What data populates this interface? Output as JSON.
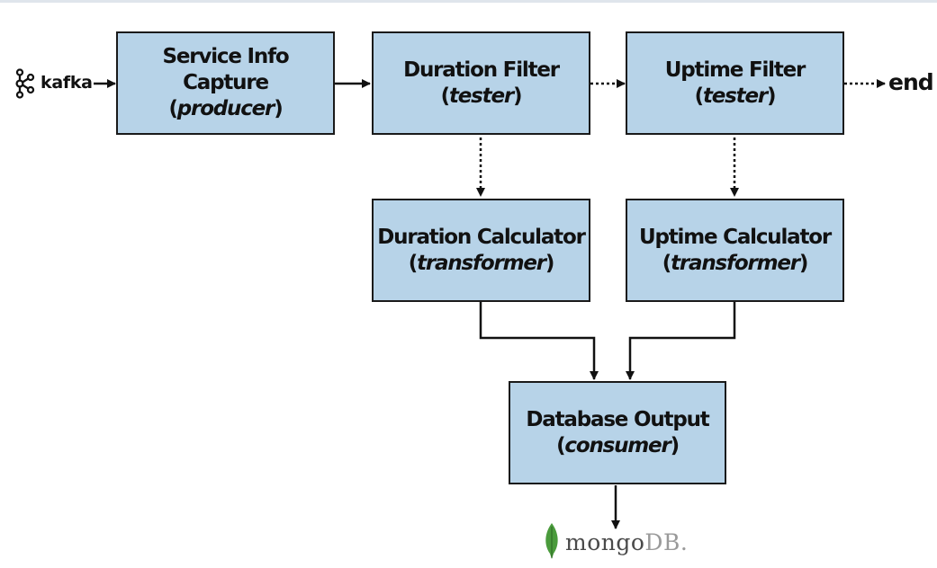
{
  "nodes": {
    "service_info_capture": {
      "name": "Service Info Capture",
      "role": "producer"
    },
    "duration_filter": {
      "name": "Duration Filter",
      "role": "tester"
    },
    "uptime_filter": {
      "name": "Uptime Filter",
      "role": "tester"
    },
    "duration_calculator": {
      "name": "Duration Calculator",
      "role": "transformer"
    },
    "uptime_calculator": {
      "name": "Uptime Calculator",
      "role": "transformer"
    },
    "database_output": {
      "name": "Database Output",
      "role": "consumer"
    }
  },
  "external": {
    "source": "kafka",
    "sink": "end",
    "database": {
      "name_part1": "mongo",
      "name_part2": "DB."
    }
  },
  "edges": [
    {
      "from": "kafka",
      "to": "service_info_capture",
      "style": "solid"
    },
    {
      "from": "service_info_capture",
      "to": "duration_filter",
      "style": "solid"
    },
    {
      "from": "duration_filter",
      "to": "uptime_filter",
      "style": "dotted"
    },
    {
      "from": "uptime_filter",
      "to": "end",
      "style": "dotted"
    },
    {
      "from": "duration_filter",
      "to": "duration_calculator",
      "style": "dotted"
    },
    {
      "from": "uptime_filter",
      "to": "uptime_calculator",
      "style": "dotted"
    },
    {
      "from": "duration_calculator",
      "to": "database_output",
      "style": "solid"
    },
    {
      "from": "uptime_calculator",
      "to": "database_output",
      "style": "solid"
    },
    {
      "from": "database_output",
      "to": "mongodb",
      "style": "solid"
    }
  ],
  "colors": {
    "box_fill": "#b7d3e8",
    "box_border": "#1a1a1a",
    "mongo_leaf": "#4a9b3c"
  }
}
